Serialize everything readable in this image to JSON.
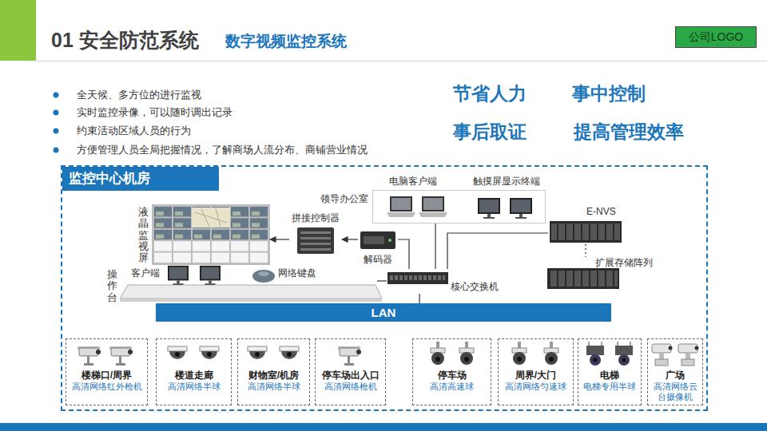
{
  "diagram": {
    "title": "01 安全防范系统",
    "nodes": [
      {
        "text": [
          "公司LOGO"
        ]
      },
      {
        "text": [
          "监控中心机房"
        ]
      },
      {
        "text": [
          "液晶监视屏"
        ],
        "in": 1
      },
      {
        "text": [
          "拼接控制器"
        ],
        "in": 1
      },
      {
        "text": [
          "领导办公室",
          "电脑客户端",
          "触摸屏显示终端"
        ],
        "in": 1
      },
      {
        "text": [
          "E-NVS"
        ],
        "in": 1
      },
      {
        "text": [
          "解码器"
        ],
        "in": 1
      },
      {
        "text": [
          "扩展存储阵列"
        ],
        "in": 1
      },
      {
        "text": [
          "操作台",
          "客户端",
          "网络键盘"
        ],
        "in": 1
      },
      {
        "text": [
          "核心交换机"
        ],
        "in": 1
      },
      {
        "text": [
          "LAN"
        ],
        "in": 1
      },
      {
        "text": [
          "楼梯口/周界",
          "高清网络红外枪机"
        ],
        "in": 1
      },
      {
        "text": [
          "楼道走廊",
          "高清网络半球"
        ],
        "in": 1
      },
      {
        "text": [
          "财物室/机房",
          "高清网络半球"
        ],
        "in": 1
      },
      {
        "text": [
          "停车场出入口",
          "高清网络枪机"
        ],
        "in": 1
      },
      {
        "text": [
          "停车场",
          "高清高速球"
        ],
        "in": 1
      },
      {
        "text": [
          "周界/大门",
          "高清网络匀速球"
        ],
        "in": 1
      },
      {
        "text": [
          "电梯",
          "电梯专用半球"
        ],
        "in": 1
      },
      {
        "text": [
          "广场",
          "高清网络云台摄像机"
        ],
        "in": 1
      }
    ],
    "edges": [
      {
        "from": 3,
        "to": 2,
        "arrow": "to"
      },
      {
        "from": 6,
        "to": 3,
        "arrow": "to"
      },
      {
        "from": 9,
        "to": 6,
        "arrow": "none"
      },
      {
        "from": 9,
        "to": 4,
        "arrow": "none"
      },
      {
        "from": 9,
        "to": 5,
        "arrow": "none"
      },
      {
        "from": 5,
        "to": 7,
        "arrow": "none"
      },
      {
        "from": 9,
        "to": 8,
        "arrow": "none"
      },
      {
        "from": 9,
        "to": 10,
        "arrow": "none"
      }
    ],
    "labels": [
      "数字视频监控系统",
      "全天候、多方位的进行监视",
      "实时监控录像，可以随时调出记录",
      "约束活动区域人员的行为",
      "方便管理人员全局把握情况，了解商场人流分布、商铺营业情况",
      "节省人力",
      "事中控制",
      "事后取证",
      "提高管理效率"
    ]
  }
}
